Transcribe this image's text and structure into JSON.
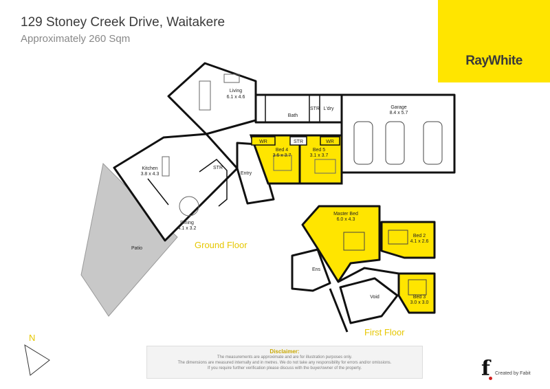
{
  "header": {
    "title": "129 Stoney Creek Drive, Waitakere",
    "subtitle": "Approximately 260 Sqm"
  },
  "brand": {
    "logo_text": "RayWhite",
    "color": "#ffe500"
  },
  "colors": {
    "highlight": "#ffe500",
    "wall": "#111111",
    "outdoor": "#c8c8c8",
    "floor_label": "#e6c700"
  },
  "rooms": {
    "living": {
      "name": "Living",
      "dims": "6.1 x 4.6"
    },
    "bath": {
      "name": "Bath"
    },
    "str_upper": {
      "name": "STR"
    },
    "ldry": {
      "name": "L'dry"
    },
    "garage": {
      "name": "Garage",
      "dims": "8.4 x 5.7"
    },
    "wr4": {
      "name": "WR"
    },
    "str_mid": {
      "name": "STR"
    },
    "wr5": {
      "name": "WR"
    },
    "bed4": {
      "name": "Bed 4",
      "dims": "3.6 x 3.7"
    },
    "bed5": {
      "name": "Bed 5",
      "dims": "3.1 x 3.7"
    },
    "kitchen": {
      "name": "Kitchen",
      "dims": "3.8 x 4.3"
    },
    "str_entry": {
      "name": "STR"
    },
    "entry": {
      "name": "Entry"
    },
    "dining": {
      "name": "Dining",
      "dims": "4.1 x 3.2"
    },
    "patio": {
      "name": "Patio"
    },
    "master": {
      "name": "Master Bed",
      "dims": "6.0 x 4.3"
    },
    "bed2": {
      "name": "Bed 2",
      "dims": "4.1 x 2.6"
    },
    "ens": {
      "name": "Ens"
    },
    "void": {
      "name": "Void"
    },
    "bed3": {
      "name": "Bed 3",
      "dims": "3.0 x 3.0"
    }
  },
  "floors": {
    "ground": "Ground Floor",
    "first": "First Floor"
  },
  "compass": {
    "label": "N"
  },
  "disclaimer": {
    "title": "Disclaimer:",
    "lines": [
      "The measurements are approximate and are for illustration purposes only.",
      "The dimensions are measured internally and in metres. We do not take any responsibility for errors and/or omissions.",
      "If you require further verification please discuss with the buyer/owner of the property."
    ]
  },
  "credit": {
    "logo": "f",
    "text": "Created by Fabit"
  }
}
